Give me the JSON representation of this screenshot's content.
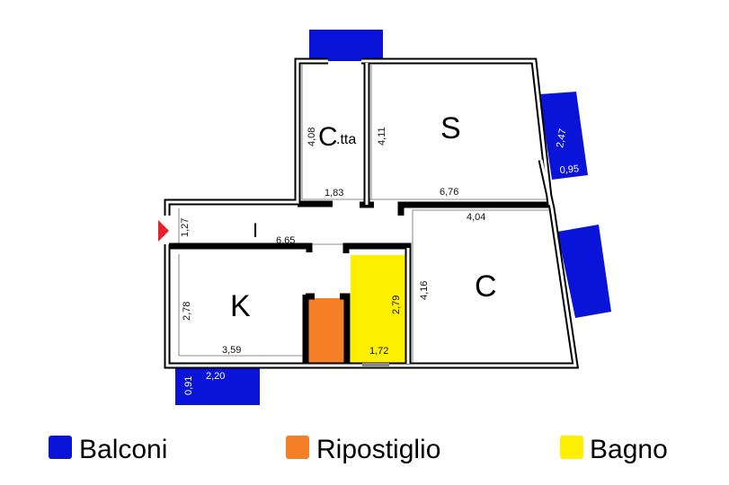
{
  "rooms": {
    "cameretta": {
      "label_main": "C",
      "label_sub": ".tta",
      "dim_v": "4,08",
      "dim_h": "1,83"
    },
    "soggiorno": {
      "label": "S",
      "dim_v": "4,11",
      "dim_h": "6,76"
    },
    "ingresso": {
      "label": "I",
      "dim_v": "1,27",
      "dim_h": "6,65"
    },
    "camera": {
      "label": "C",
      "dim_h": "4,04",
      "dim_v": "4,16"
    },
    "cucina": {
      "label": "K",
      "dim_v": "2,78",
      "dim_h": "3,59"
    },
    "bagno": {
      "dim_v": "2,79",
      "dim_h": "1,72"
    }
  },
  "balconies": {
    "right_top": {
      "dim_v": "2,47",
      "dim_h": "0,95"
    },
    "bottom": {
      "dim_h": "2,20",
      "dim_v": "0,91"
    }
  },
  "legend": [
    {
      "label": "Balconi",
      "color": "#0a14d8"
    },
    {
      "label": "Ripostiglio",
      "color": "#f47f26"
    },
    {
      "label": "Bagno",
      "color": "#ffef00"
    }
  ],
  "colors": {
    "entrance": "#e8202a",
    "wall": "#000000"
  }
}
